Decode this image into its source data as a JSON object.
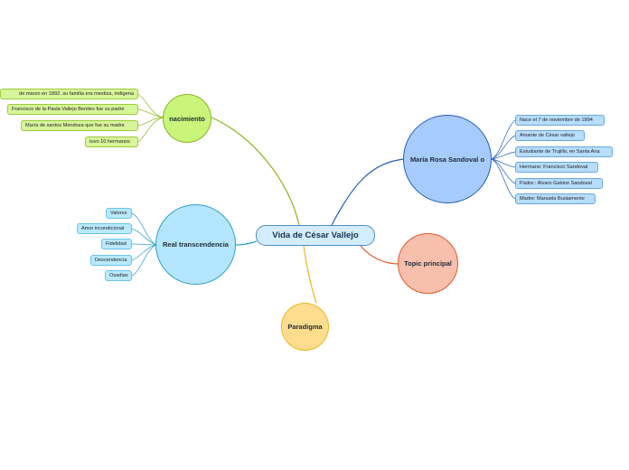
{
  "central": {
    "label": "Vida de César Vallejo"
  },
  "branches": {
    "nacimiento": {
      "label": "nacimiento",
      "color": "#8ab51e",
      "fill": "#c8f57a",
      "items": [
        "de marzo en 1892. su familia era mestiza, indígena",
        "Francisco de la Paula Vallejo Benites fue su padre",
        "María  de santos Mendoza que fue su madre",
        "tuvo 10 hermanos"
      ]
    },
    "maria": {
      "label": "María Rosa Sandoval o",
      "color": "#1f5fb4",
      "fill": "#a8cbff",
      "items": [
        "Nace el 7 de noviembre de 1894",
        "Amante de César vallejo",
        "Estudiante de Trujillo, en Santa Ana",
        "Hermano: Francisco Sandoval",
        "Padre:: Álvaro Gabino Sandoval",
        "Madre: Manuela Bustamente"
      ]
    },
    "real": {
      "label": "Real transcendencia",
      "color": "#2aa0c8",
      "fill": "#b5e6ff",
      "items": [
        "Valores",
        "Amor incondicional",
        "Fidelidad",
        "Descendencia",
        "Osadías"
      ]
    },
    "topic": {
      "label": "Topic principal",
      "color": "#e0592a",
      "fill": "#f9bfad"
    },
    "paradigma": {
      "label": "Paradigma",
      "color": "#e8b820",
      "fill": "#ffdd8e"
    }
  }
}
